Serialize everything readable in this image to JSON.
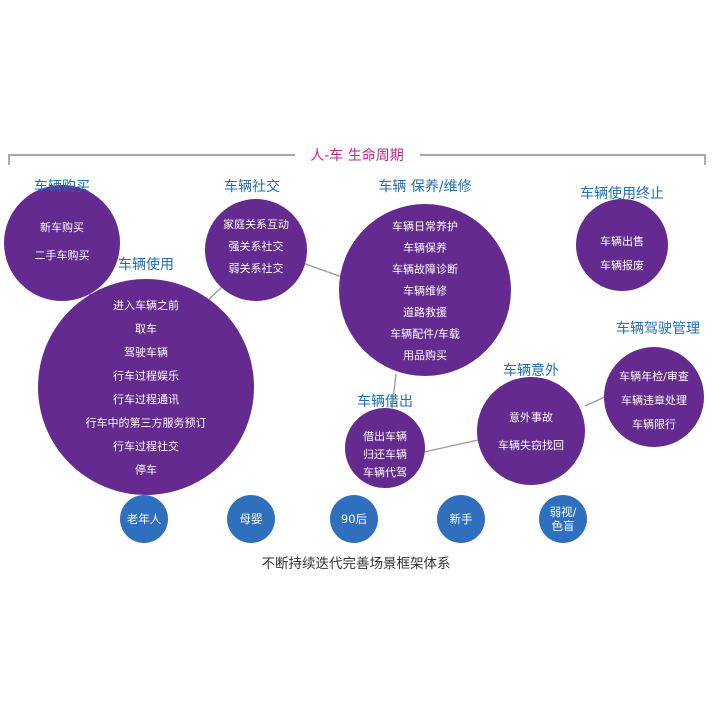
{
  "title": "人-车 生命周期",
  "footer": "不断持续迭代完善场景框架体系",
  "colors": {
    "bubble": "#652a8f",
    "audience": "#2f6fbd",
    "category_label": "#1f6fb4",
    "title": "#c0268e",
    "bracket": "#aaaaaa",
    "connector": "#999999"
  },
  "categories": [
    {
      "id": "purchase",
      "label": "车辆购买",
      "items": [
        "新车购买",
        "二手车购买"
      ]
    },
    {
      "id": "social",
      "label": "车辆社交",
      "items": [
        "家庭关系互动",
        "强关系社交",
        "弱关系社交"
      ]
    },
    {
      "id": "maintenance",
      "label": "车辆 保养/维修",
      "items": [
        "车辆日常养护",
        "车辆保养",
        "车辆故障诊断",
        "车辆维修",
        "道路救援",
        "车辆配件/车载",
        "用品购买"
      ]
    },
    {
      "id": "end",
      "label": "车辆使用终止",
      "items": [
        "车辆出售",
        "车辆报废"
      ]
    },
    {
      "id": "usage",
      "label": "车辆使用",
      "items": [
        "进入车辆之前",
        "取车",
        "驾驶车辆",
        "行车过程娱乐",
        "行车过程通讯",
        "行车中的第三方服务预订",
        "行车过程社交",
        "停车"
      ]
    },
    {
      "id": "lend",
      "label": "车辆借出",
      "items": [
        "借出车辆",
        "归还车辆",
        "车辆代驾"
      ]
    },
    {
      "id": "accident",
      "label": "车辆意外",
      "items": [
        "意外事故",
        "车辆失窃找回"
      ]
    },
    {
      "id": "driving_mgmt",
      "label": "车辆驾驶管理",
      "items": [
        "车辆年检/审查",
        "车辆违章处理",
        "车辆限行"
      ]
    }
  ],
  "audiences": [
    {
      "lines": [
        "老年人"
      ]
    },
    {
      "lines": [
        "母婴"
      ]
    },
    {
      "lines": [
        "90后"
      ]
    },
    {
      "lines": [
        "新手"
      ]
    },
    {
      "lines": [
        "弱视/",
        "色盲"
      ]
    }
  ]
}
